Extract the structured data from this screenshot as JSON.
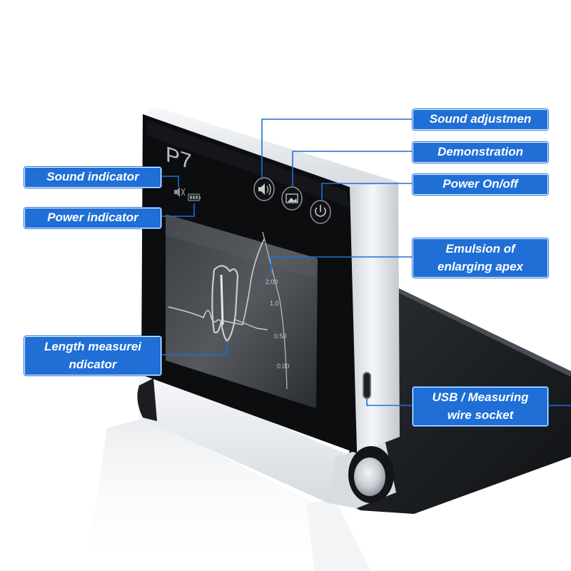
{
  "product": {
    "model_label": "P7",
    "screen_scale": [
      "2.00",
      "1.0",
      "0.50",
      "0.00"
    ]
  },
  "callouts": {
    "sound_adjustment": "Sound adjustmen",
    "demonstration": "Demonstration",
    "power_on_off": "Power On/off",
    "sound_indicator": "Sound indicator",
    "power_indicator": "Power indicator",
    "emulsion_line1": "Emulsion of",
    "emulsion_line2": "enlarging apex",
    "length_line1": "Length measurei",
    "length_line2": "ndicator",
    "usb_line1": "USB / Measuring",
    "usb_line2": "wire socket"
  },
  "icons": {
    "sound_button": "speaker-icon",
    "demo_button": "picture-icon",
    "power_button": "power-icon",
    "sound_status": "speaker-muted-icon",
    "battery_status": "battery-icon"
  },
  "colors": {
    "callout_bg": "#1f6fd6",
    "callout_text": "#ffffff",
    "leader_line": "#1f6fd6",
    "device_face": "#0c0d0f",
    "device_body": "#e9ecef"
  }
}
